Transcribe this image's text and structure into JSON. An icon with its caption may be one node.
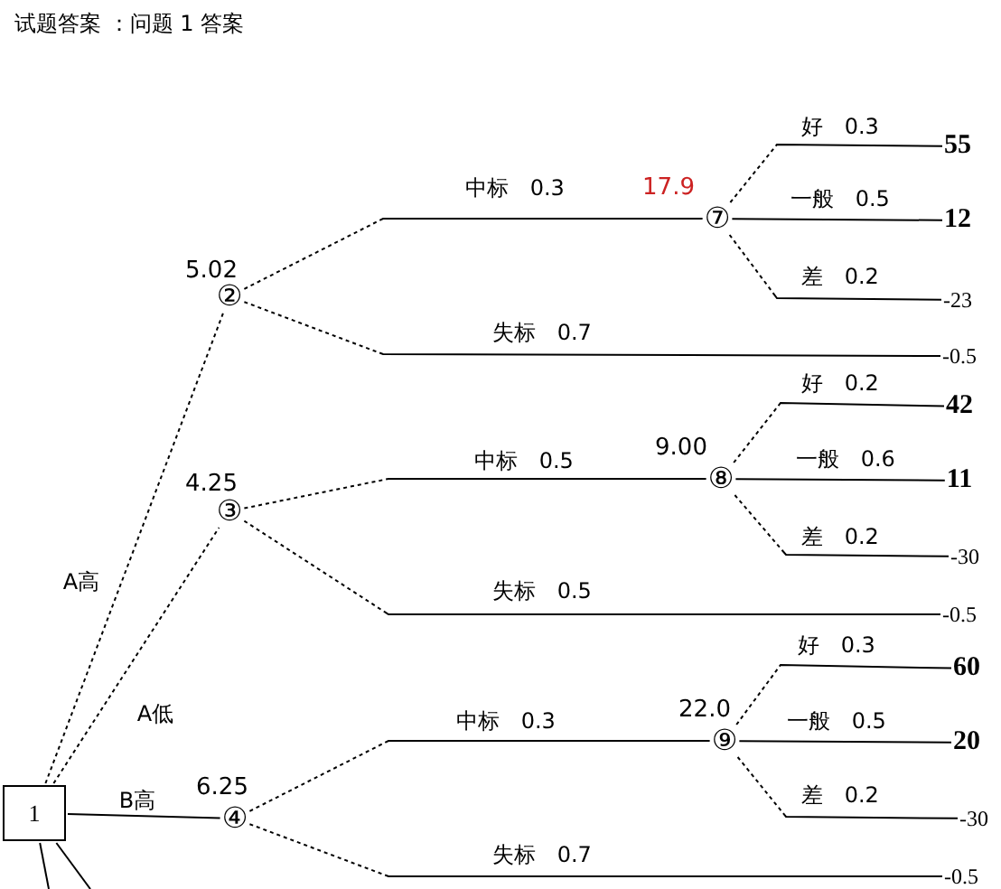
{
  "diagram": {
    "title": "试题答案 ：问题 1 答案",
    "nodes": [
      {
        "text": [
          "1"
        ]
      },
      {
        "text": [
          "②"
        ],
        "beside": [
          "5.02"
        ]
      },
      {
        "text": [
          "⑦"
        ],
        "beside": [
          "17.9"
        ]
      },
      {
        "text": [
          "55"
        ]
      },
      {
        "text": [
          "12"
        ]
      },
      {
        "text": [
          "-23"
        ]
      },
      {
        "text": [
          "-0.5"
        ]
      },
      {
        "text": [
          "③"
        ],
        "beside": [
          "4.25"
        ]
      },
      {
        "text": [
          "⑧"
        ],
        "beside": [
          "9.00"
        ]
      },
      {
        "text": [
          "42"
        ]
      },
      {
        "text": [
          "11"
        ]
      },
      {
        "text": [
          "-30"
        ]
      },
      {
        "text": [
          "-0.5"
        ]
      },
      {
        "text": [
          "④"
        ],
        "beside": [
          "6.25"
        ]
      },
      {
        "text": [
          "⑨"
        ],
        "beside": [
          "22.0"
        ]
      },
      {
        "text": [
          "60"
        ]
      },
      {
        "text": [
          "20"
        ]
      },
      {
        "text": [
          "-30"
        ]
      },
      {
        "text": [
          "-0.5"
        ]
      }
    ],
    "edges": [
      {
        "from": 0,
        "to": 1,
        "arrow": "none",
        "label": "A高",
        "style": "dashed"
      },
      {
        "from": 0,
        "to": 7,
        "arrow": "none",
        "label": "A低",
        "style": "dashed"
      },
      {
        "from": 0,
        "to": 13,
        "arrow": "none",
        "label": "B高"
      },
      {
        "from": 0,
        "to": null,
        "arrow": "none"
      },
      {
        "from": 0,
        "to": null,
        "arrow": "none"
      },
      {
        "from": 1,
        "to": 2,
        "arrow": "none",
        "label": "中标 0.3",
        "style": "dashed"
      },
      {
        "from": 1,
        "to": 6,
        "arrow": "none",
        "label": "失标 0.7",
        "style": "dashed"
      },
      {
        "from": 2,
        "to": 3,
        "arrow": "none",
        "label": "好 0.3",
        "style": "dashed"
      },
      {
        "from": 2,
        "to": 4,
        "arrow": "none",
        "label": "一般 0.5"
      },
      {
        "from": 2,
        "to": 5,
        "arrow": "none",
        "label": "差 0.2",
        "style": "dashed"
      },
      {
        "from": 7,
        "to": 8,
        "arrow": "none",
        "label": "中标 0.5",
        "style": "dashed"
      },
      {
        "from": 7,
        "to": 12,
        "arrow": "none",
        "label": "失标 0.5",
        "style": "dashed"
      },
      {
        "from": 8,
        "to": 9,
        "arrow": "none",
        "label": "好 0.2",
        "style": "dashed"
      },
      {
        "from": 8,
        "to": 10,
        "arrow": "none",
        "label": "一般 0.6"
      },
      {
        "from": 8,
        "to": 11,
        "arrow": "none",
        "label": "差 0.2",
        "style": "dashed"
      },
      {
        "from": 13,
        "to": 14,
        "arrow": "none",
        "label": "中标 0.3",
        "style": "dashed"
      },
      {
        "from": 13,
        "to": 18,
        "arrow": "none",
        "label": "失标 0.7",
        "style": "dashed"
      },
      {
        "from": 14,
        "to": 15,
        "arrow": "none",
        "label": "好 0.3",
        "style": "dashed"
      },
      {
        "from": 14,
        "to": 16,
        "arrow": "none",
        "label": "一般 0.5"
      },
      {
        "from": 14,
        "to": 17,
        "arrow": "none",
        "label": "差 0.2",
        "style": "dashed"
      }
    ]
  }
}
